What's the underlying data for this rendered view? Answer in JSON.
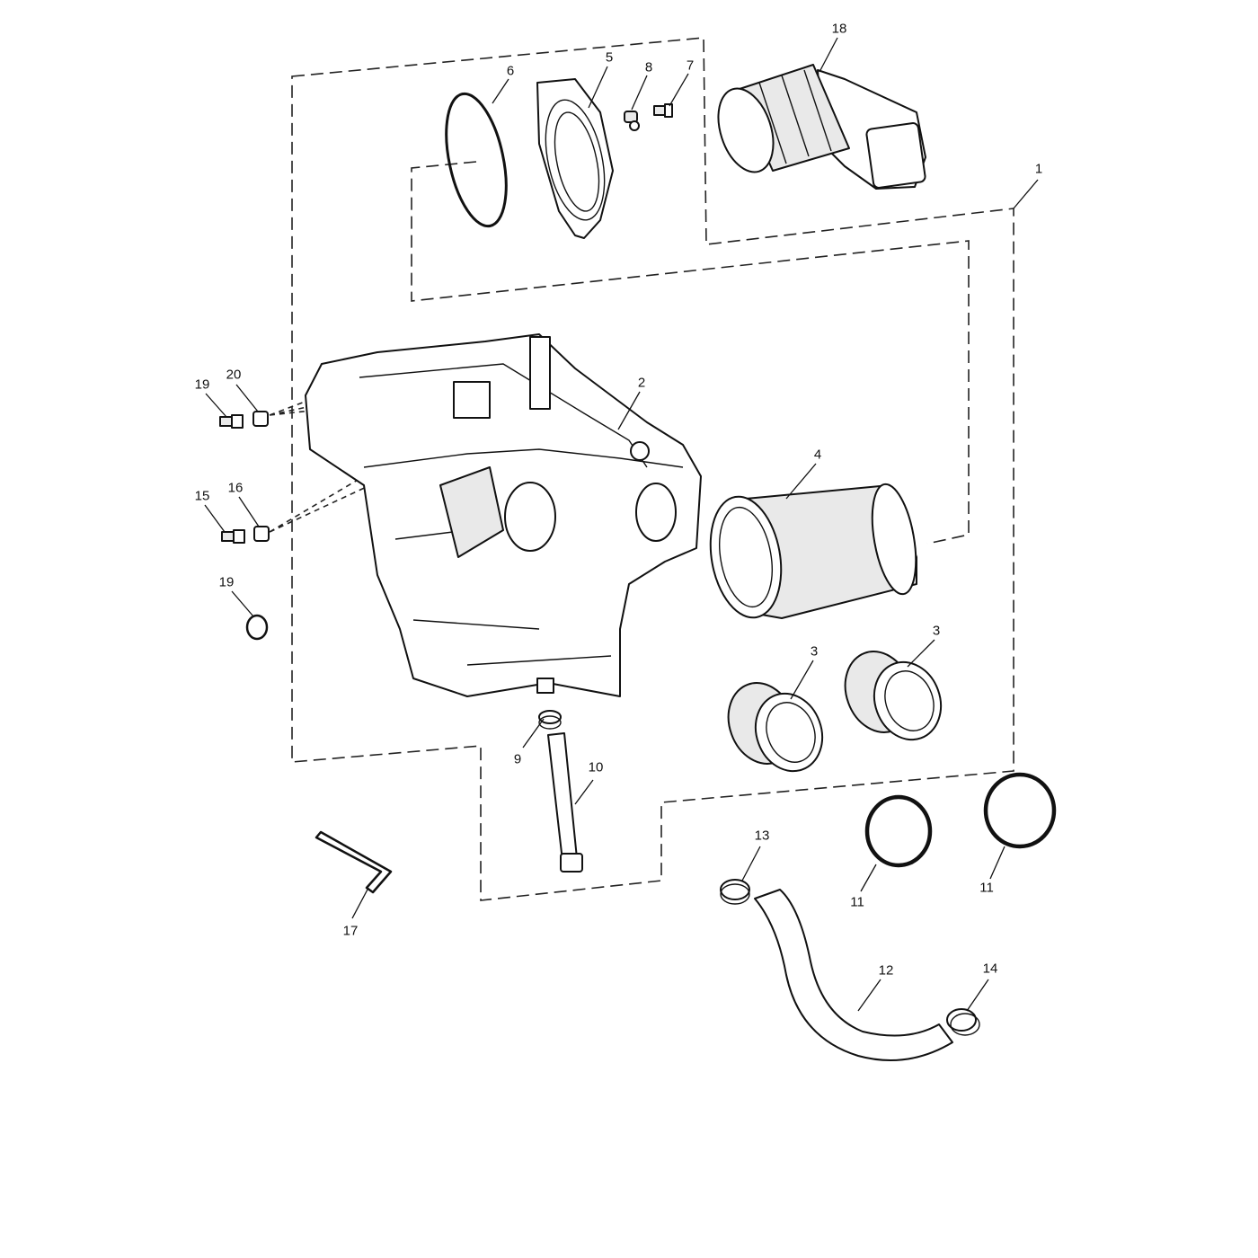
{
  "diagram": {
    "colors": {
      "line": "#111111",
      "background": "#ffffff"
    },
    "callouts": [
      {
        "id": "c1",
        "label": "1"
      },
      {
        "id": "c2",
        "label": "2"
      },
      {
        "id": "c3a",
        "label": "3"
      },
      {
        "id": "c3b",
        "label": "3"
      },
      {
        "id": "c4",
        "label": "4"
      },
      {
        "id": "c5",
        "label": "5"
      },
      {
        "id": "c6",
        "label": "6"
      },
      {
        "id": "c7",
        "label": "7"
      },
      {
        "id": "c8",
        "label": "8"
      },
      {
        "id": "c9",
        "label": "9"
      },
      {
        "id": "c10",
        "label": "10"
      },
      {
        "id": "c11a",
        "label": "11"
      },
      {
        "id": "c11b",
        "label": "11"
      },
      {
        "id": "c12",
        "label": "12"
      },
      {
        "id": "c13",
        "label": "13"
      },
      {
        "id": "c14",
        "label": "14"
      },
      {
        "id": "c15",
        "label": "15"
      },
      {
        "id": "c16",
        "label": "16"
      },
      {
        "id": "c17",
        "label": "17"
      },
      {
        "id": "c18",
        "label": "18"
      },
      {
        "id": "c19a",
        "label": "19"
      },
      {
        "id": "c19b",
        "label": "19"
      },
      {
        "id": "c20",
        "label": "20"
      }
    ]
  }
}
